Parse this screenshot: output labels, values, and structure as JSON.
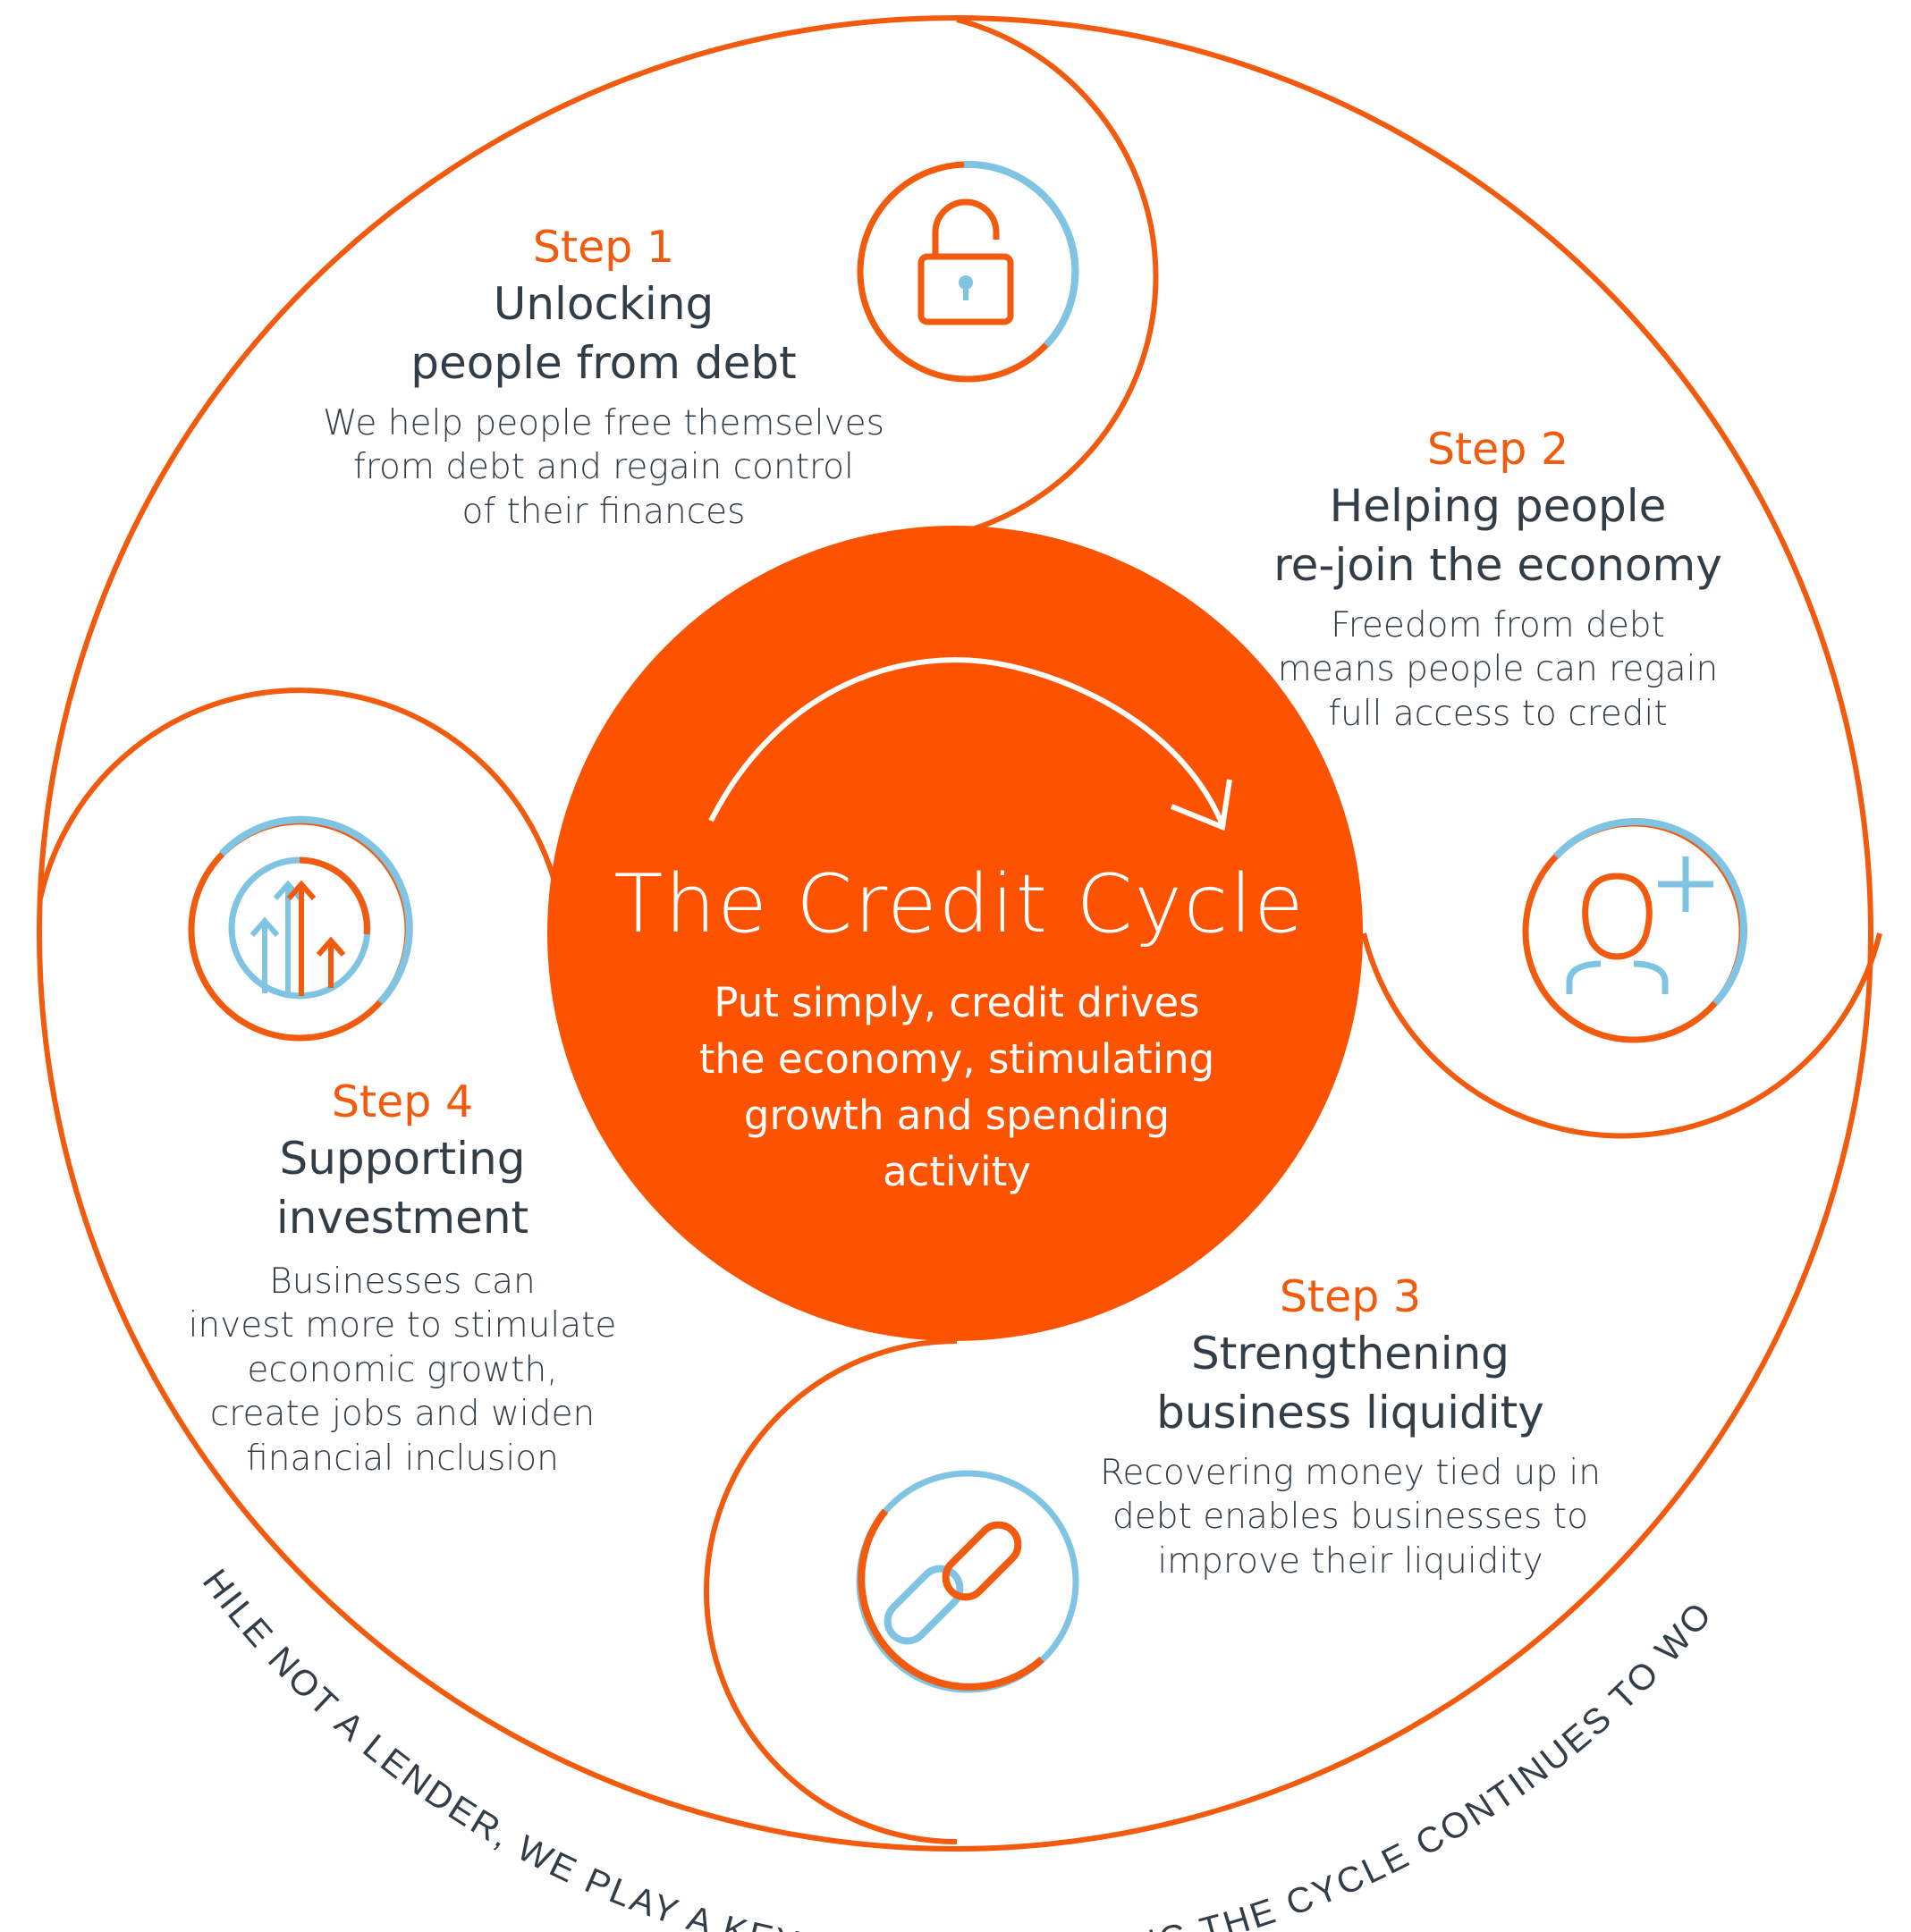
{
  "colors": {
    "orange": "#f25a0e",
    "light_blue": "#7fc4e2",
    "text_dark": "#333d47",
    "white": "#ffffff"
  },
  "center": {
    "title": "The Credit Cycle",
    "body": "Put simply, credit drives the economy, stimulating growth and spending activity"
  },
  "steps": [
    {
      "number": "Step 1",
      "title_lines": [
        "Unlocking",
        "people from debt"
      ],
      "body_lines": [
        "We help people free themselves",
        "from debt and regain control",
        "of their finances"
      ],
      "icon": "padlock-icon"
    },
    {
      "number": "Step 2",
      "title_lines": [
        "Helping people",
        "re-join the economy"
      ],
      "body_lines": [
        "Freedom from debt",
        "means people can regain",
        "full access to credit"
      ],
      "icon": "add-person-icon"
    },
    {
      "number": "Step 3",
      "title_lines": [
        "Strengthening",
        "business liquidity"
      ],
      "body_lines": [
        "Recovering money tied up in",
        "debt enables businesses to",
        "improve their liquidity"
      ],
      "icon": "chain-link-icon"
    },
    {
      "number": "Step 4",
      "title_lines": [
        "Supporting",
        "investment"
      ],
      "body_lines": [
        "Businesses can",
        "invest more to stimulate",
        "economic growth,",
        "create jobs and widen",
        "financial inclusion"
      ],
      "icon": "growth-arrows-icon"
    }
  ],
  "footer_arc_text": "WHILE NOT A LENDER, WE PLAY A KEY ROLE IN ENSURING THE CYCLE CONTINUES TO WORK"
}
